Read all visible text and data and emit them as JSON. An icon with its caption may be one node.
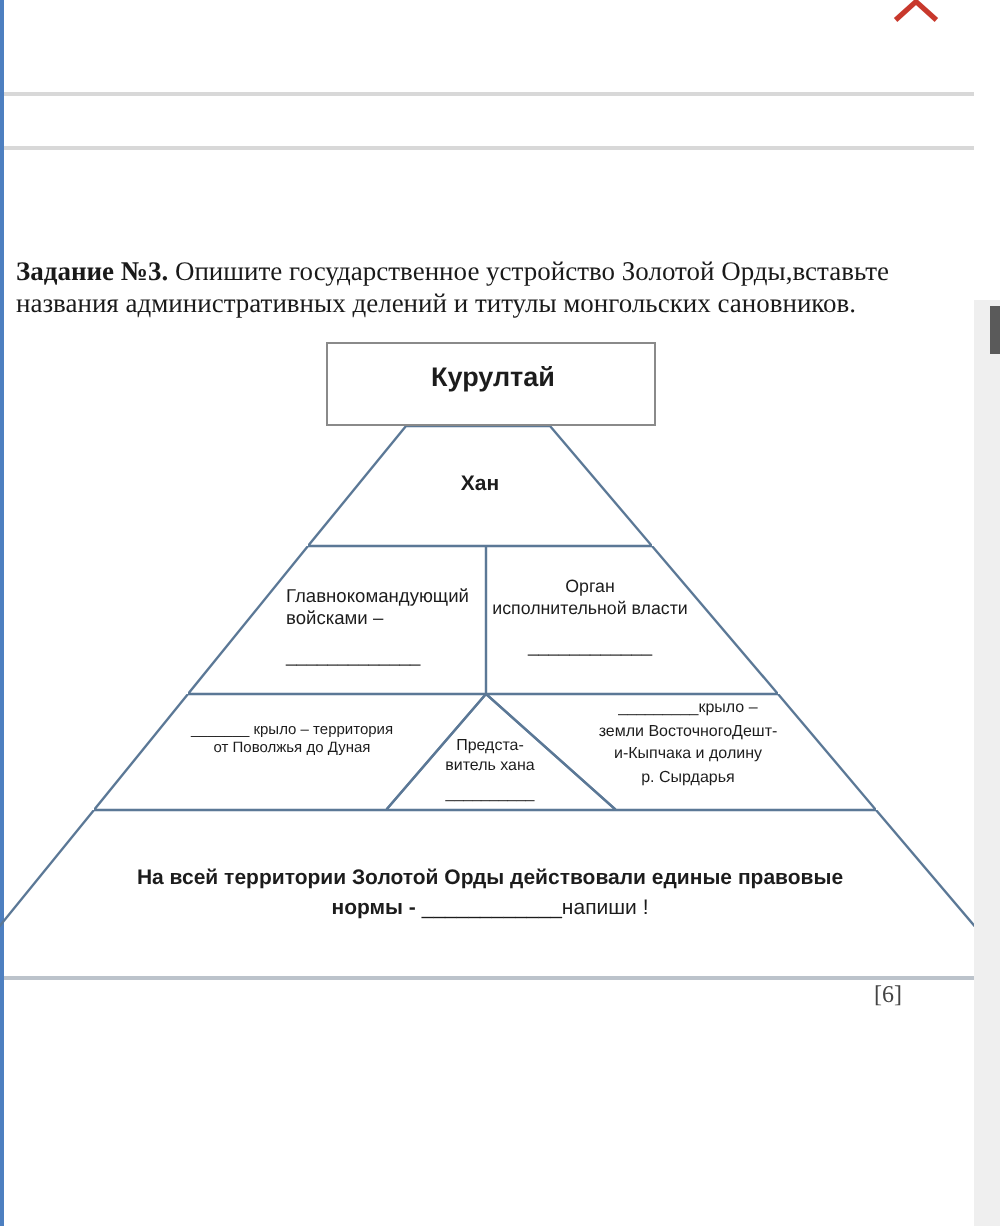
{
  "diagram": {
    "title": "**Задание №3.** Опишите государственное устройство Золотой Орды,вставьте названия административных делений и титулы монгольских сановников.",
    "nodes": [
      {
        "text": [
          "Курултай"
        ]
      },
      {
        "text": [
          "Хан"
        ]
      },
      {
        "text": [
          "Главнокомандующий войсками –",
          "_____________"
        ]
      },
      {
        "text": [
          "Орган исполнительной власти",
          "____________"
        ]
      },
      {
        "text": [
          "_______ крыло – территория от Поволжья до Дуная"
        ]
      },
      {
        "text": [
          "Предста- витель хана",
          "__________"
        ]
      },
      {
        "text": [
          "_________крыло – земли ВосточногоДешт- и-Кыпчака и долину р. Сырдарья"
        ]
      },
      {
        "text": [
          "**На всей территории Золотой Орды действовали единые правовые нормы -** ____________напиши !"
        ]
      }
    ],
    "labels": [
      "[6]"
    ]
  }
}
